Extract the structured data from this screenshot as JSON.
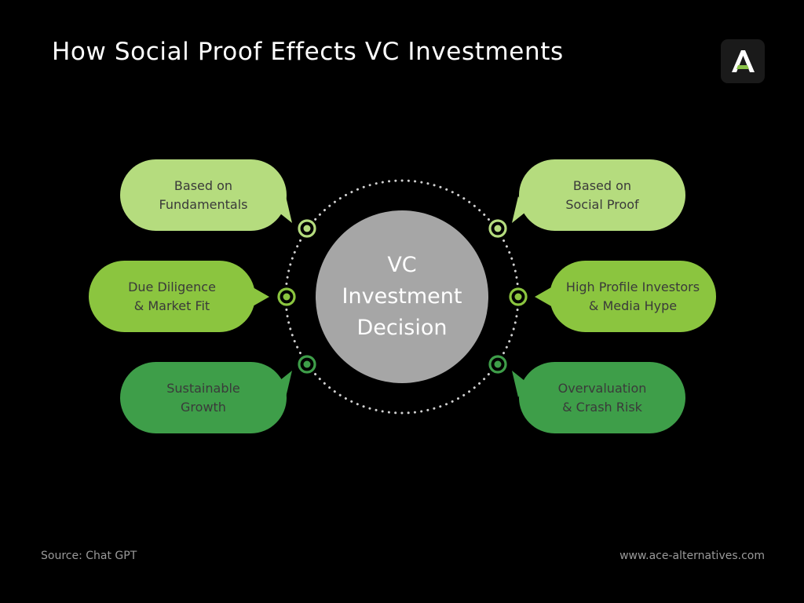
{
  "title": "How Social Proof Effects VC Investments",
  "logo": {
    "letter": "A",
    "accent": "#8bc34a"
  },
  "center": {
    "lines": [
      "VC",
      "Investment",
      "Decision"
    ],
    "color": "#a6a6a6"
  },
  "nodes": [
    {
      "lines": [
        "Based on",
        "Fundamentals"
      ],
      "color": "#b5dc7e",
      "side": "left"
    },
    {
      "lines": [
        "Due Diligence",
        "& Market Fit"
      ],
      "color": "#8bc53f",
      "side": "left"
    },
    {
      "lines": [
        "Sustainable",
        "Growth"
      ],
      "color": "#3e9e49",
      "side": "left"
    },
    {
      "lines": [
        "Based on",
        "Social Proof"
      ],
      "color": "#b5dc7e",
      "side": "right"
    },
    {
      "lines": [
        "High Profile Investors",
        "& Media Hype"
      ],
      "color": "#8bc53f",
      "side": "right"
    },
    {
      "lines": [
        "Overvaluation",
        "& Crash Risk"
      ],
      "color": "#3e9e49",
      "side": "right"
    }
  ],
  "footer": {
    "source": "Source: Chat GPT",
    "website": "www.ace-alternatives.com"
  }
}
